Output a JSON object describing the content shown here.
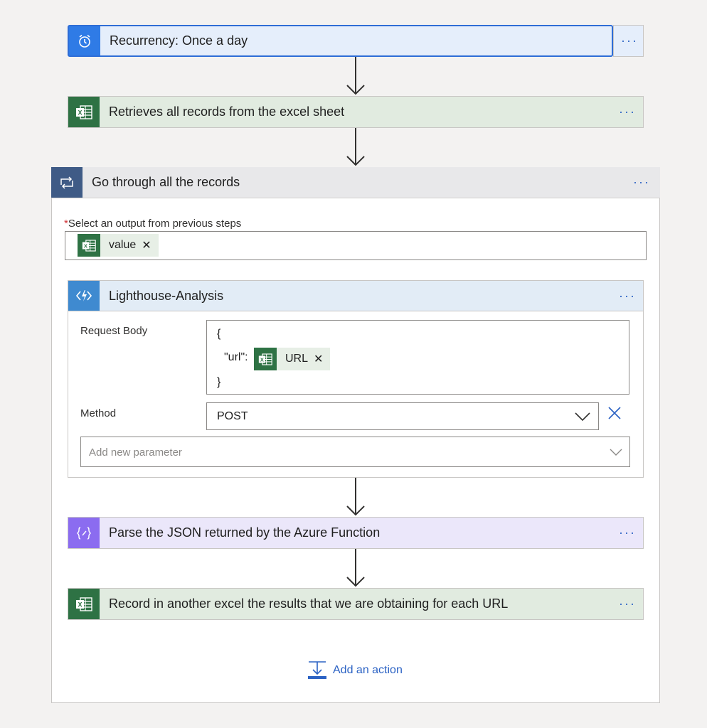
{
  "trigger": {
    "title": "Recurrency: Once a day",
    "more": "···"
  },
  "step1": {
    "title": "Retrieves all records from the excel sheet",
    "more": "···"
  },
  "loop": {
    "title": "Go through all the records",
    "more": "···",
    "output_label": "Select an output from previous steps",
    "required_mark": "*",
    "output_token": "value",
    "token_remove": "✕"
  },
  "function": {
    "title": "Lighthouse-Analysis",
    "more": "···",
    "request_body_label": "Request Body",
    "body_open": "{",
    "body_key": "\"url\":",
    "body_token": "URL",
    "token_remove": "✕",
    "body_close": "}",
    "method_label": "Method",
    "method_value": "POST",
    "method_clear": "✕",
    "add_param_placeholder": "Add new parameter"
  },
  "parse": {
    "title": "Parse the JSON returned by the Azure Function",
    "more": "···"
  },
  "record": {
    "title": "Record in another excel the results that we are obtaining for each URL",
    "more": "···"
  },
  "add_action": {
    "label": "Add an action"
  },
  "colors": {
    "trigger_bg": "#e5eefb",
    "trigger_icon": "#2f7be6",
    "excel_bg": "#e1ebe0",
    "excel_icon": "#2e7244",
    "loop_header": "#e8e8ea",
    "loop_icon": "#3f5b86",
    "function_header": "#e2ecf6",
    "function_icon": "#3f8ad0",
    "parse_bg": "#ebe7fa",
    "parse_icon": "#8b6cf0",
    "link": "#2b62c4"
  }
}
